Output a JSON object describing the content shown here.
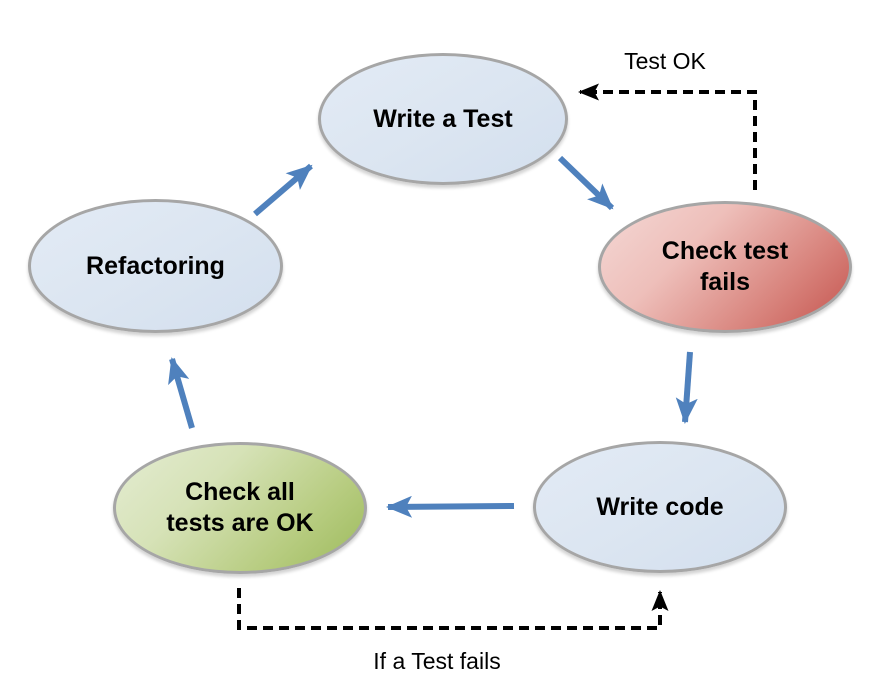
{
  "nodes": [
    {
      "id": "write-a-test",
      "label": "Write a Test",
      "lines": [
        "Write a Test"
      ],
      "fill": "#dbe5f1"
    },
    {
      "id": "check-test-fails",
      "label": "Check test fails",
      "lines": [
        "Check test",
        "fails"
      ],
      "fill_light": "#f2d0cc",
      "fill_dark": "#c4534d"
    },
    {
      "id": "write-code",
      "label": "Write code",
      "lines": [
        "Write code"
      ],
      "fill": "#dbe5f1"
    },
    {
      "id": "check-all-tests-are-ok",
      "label": "Check all tests are OK",
      "lines": [
        "Check all",
        "tests are OK"
      ],
      "fill_light": "#dfe8ca",
      "fill_dark": "#9cba5b"
    },
    {
      "id": "refactoring",
      "label": "Refactoring",
      "lines": [
        "Refactoring"
      ],
      "fill": "#dbe5f1"
    }
  ],
  "edge_labels": {
    "test_ok": "Test OK",
    "if_a_test_fails": "If a Test fails"
  },
  "colors": {
    "node_border": "#a6a6a6",
    "arrow_blue": "#4f81bd",
    "arrow_dashed": "#000000",
    "text": "#000000",
    "background": "#ffffff"
  }
}
